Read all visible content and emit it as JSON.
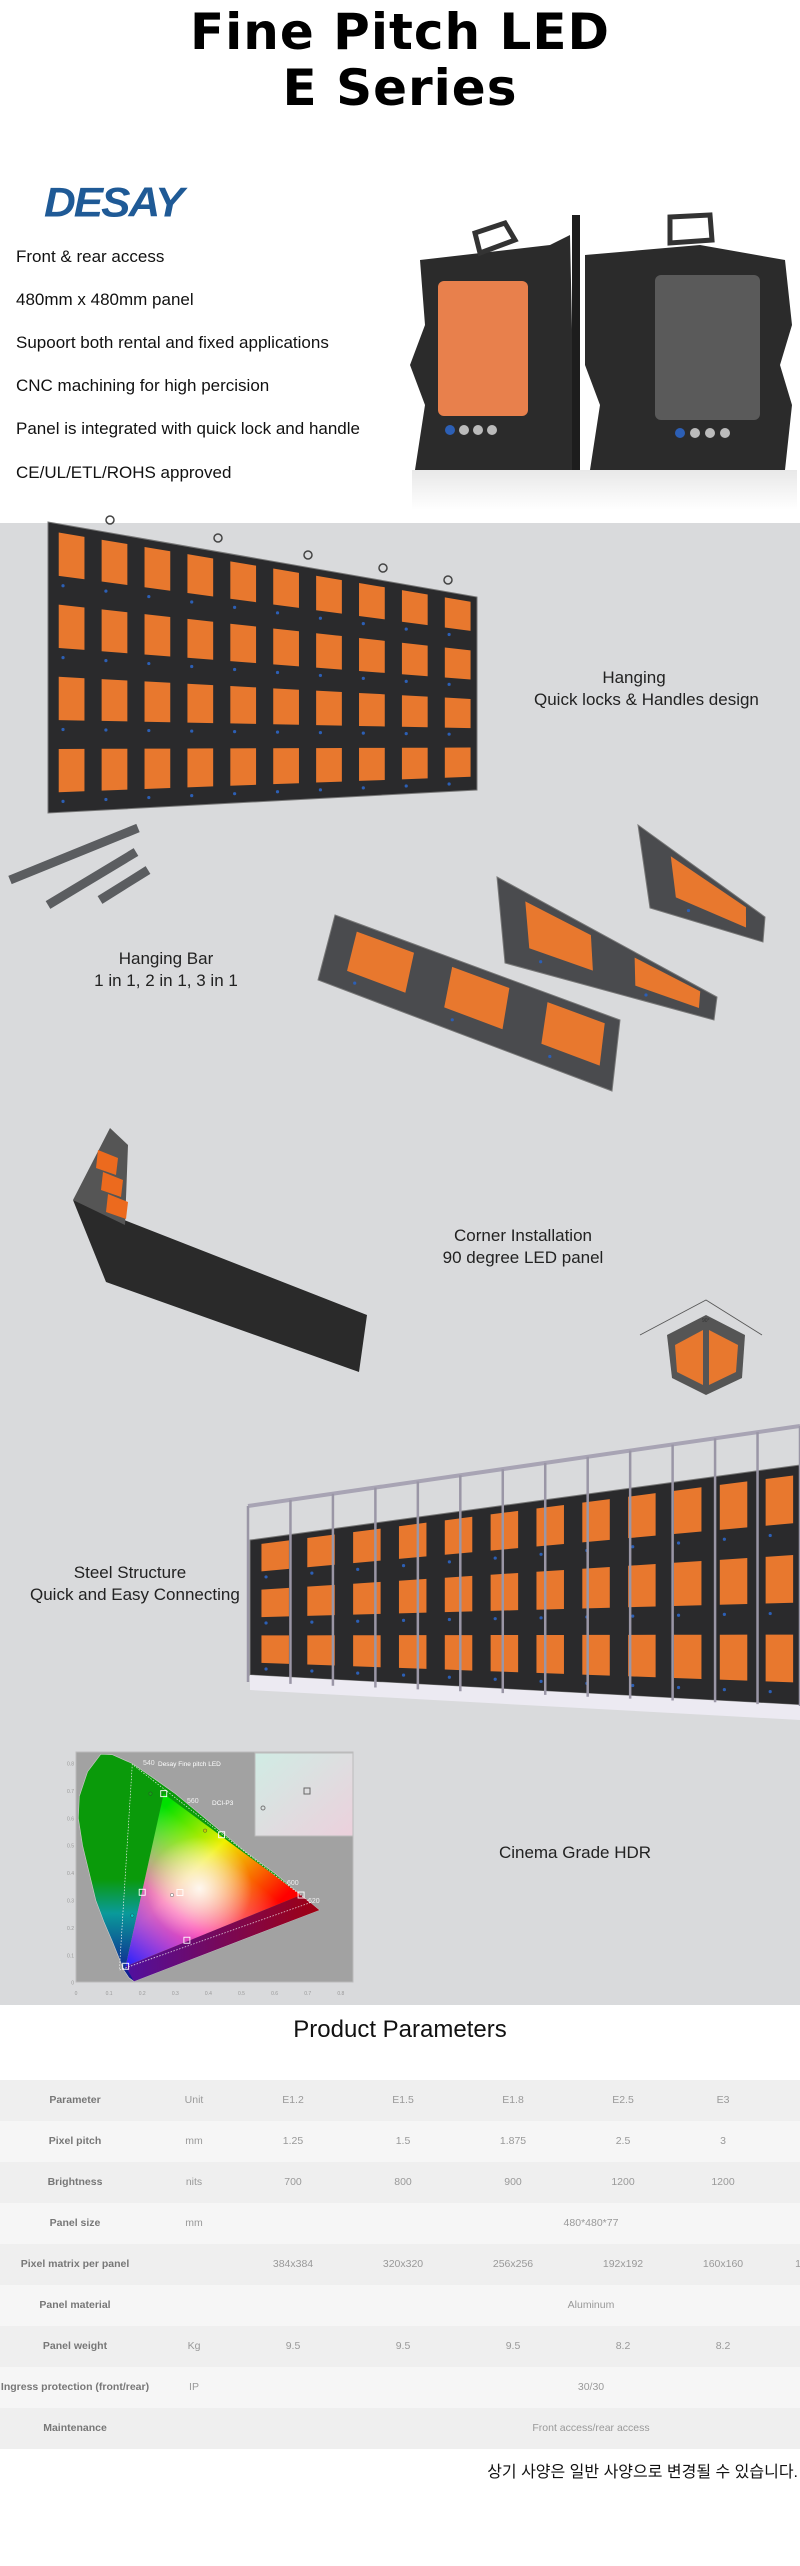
{
  "header": {
    "title_line1": "Fine Pitch LED",
    "title_line2": "E Series"
  },
  "brand": {
    "logo": "DESAY",
    "color": "#1f5a96"
  },
  "features": [
    "Front & rear access",
    "480mm x 480mm panel",
    "Supoort both rental and fixed applications",
    "CNC machining for high percision",
    "Panel is integrated with quick lock and handle",
    "CE/UL/ETL/ROHS approved"
  ],
  "sections": {
    "hanging": {
      "line1": "Hanging",
      "line2": "Quick locks & Handles design"
    },
    "hanging_bar": {
      "line1": "Hanging Bar",
      "line2": "1 in 1, 2 in 1, 3 in 1"
    },
    "corner": {
      "line1": "Corner Installation",
      "line2": "90 degree LED panel",
      "angle_label": "90°"
    },
    "steel": {
      "line1": "Steel Structure",
      "line2": "Quick and Easy Connecting"
    },
    "hdr": {
      "label": "Cinema Grade HDR"
    }
  },
  "gamut_chart": {
    "legend_1": "Desay  Fine pitch LED",
    "legend_2": "DCI-P3",
    "wavelengths": [
      "540",
      "560",
      "600",
      "620"
    ],
    "x_ticks": [
      "0",
      "0.1",
      "0.2",
      "0.3",
      "0.4",
      "0.5",
      "0.6",
      "0.7",
      "0.8"
    ],
    "y_ticks": [
      "0",
      "0.1",
      "0.2",
      "0.3",
      "0.4",
      "0.5",
      "0.6",
      "0.7",
      "0.8"
    ]
  },
  "params": {
    "title": "Product Parameters",
    "headers": [
      "Parameter",
      "Unit",
      "E1.2",
      "E1.5",
      "E1.8",
      "E2.5",
      "E3"
    ],
    "rows": [
      {
        "name": "Pixel  pitch",
        "unit": "mm",
        "values": [
          "1.25",
          "1.5",
          "1.875",
          "2.5",
          "3"
        ]
      },
      {
        "name": "Brightness",
        "unit": "nits",
        "values": [
          "700",
          "800",
          "900",
          "1200",
          "1200"
        ]
      },
      {
        "name": "Panel  size",
        "unit": "mm",
        "merged": "480*480*77"
      },
      {
        "name": "Pixel  matrix per panel",
        "unit": "",
        "values": [
          "384x384",
          "320x320",
          "256x256",
          "192x192",
          "160x160"
        ],
        "cut": "1"
      },
      {
        "name": "Panel  material",
        "unit": "",
        "merged": "Aluminum"
      },
      {
        "name": "Panel  weight",
        "unit": "Kg",
        "values": [
          "9.5",
          "9.5",
          "9.5",
          "8.2",
          "8.2"
        ]
      },
      {
        "name": "Ingress  protection (front/rear)",
        "unit": "IP",
        "merged": "30/30"
      },
      {
        "name": "Maintenance",
        "unit": "",
        "merged": "Front access/rear  access"
      }
    ],
    "note": "상기 사양은 일반 사양으로 변경될 수 있습니다."
  }
}
